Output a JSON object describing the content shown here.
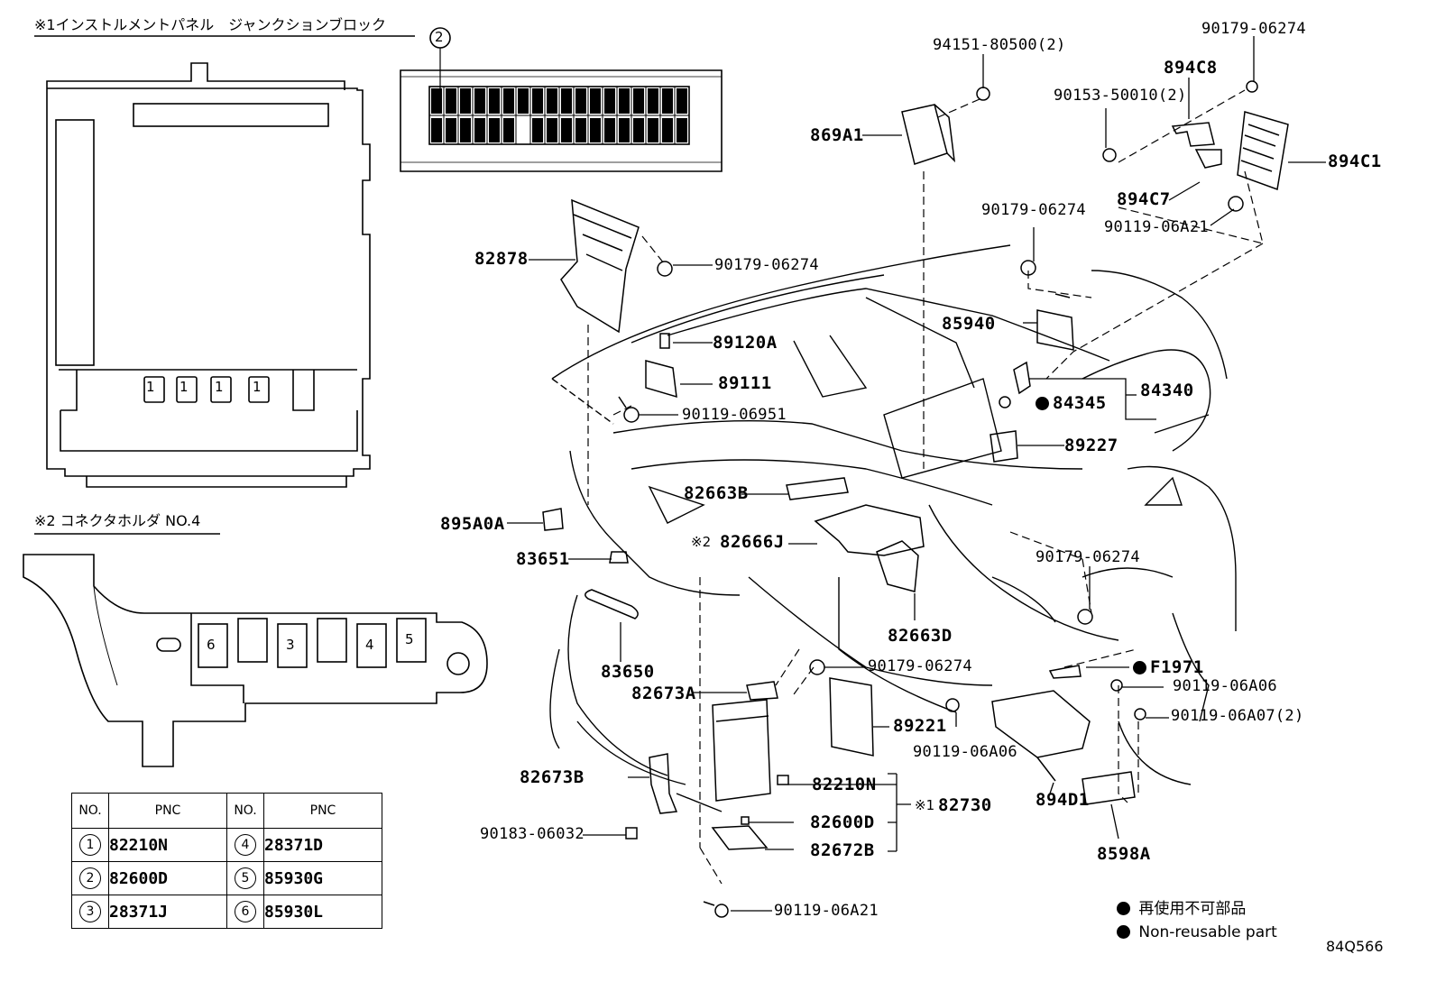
{
  "headers": {
    "junction_block": "※1インストルメントパネル　ジャンクションブロック",
    "connector_holder": "※2 コネクタホルダ NO.4"
  },
  "junction_markers": [
    "1",
    "1",
    "1",
    "1"
  ],
  "fuse_marker": "2",
  "holder_markers": [
    "6",
    "3",
    "4",
    "5"
  ],
  "part_numbers": {
    "p94151": "94151-80500(2)",
    "p90179_top": "90179-06274",
    "p894C8": "894C8",
    "p90153": "90153-50010(2)",
    "p869A1": "869A1",
    "p894C1": "894C1",
    "p894C7": "894C7",
    "p90119_06A21_top": "90119-06A21",
    "p90179_mid": "90179-06274",
    "p82878": "82878",
    "p90179_left": "90179-06274",
    "p85940": "85940",
    "p89120A": "89120A",
    "p89111": "89111",
    "p84340": "84340",
    "p84345": "84345",
    "p90119_06951": "90119-06951",
    "p89227": "89227",
    "p82663B": "82663B",
    "p895A0A": "895A0A",
    "p82666J_mark": "※2",
    "p82666J": "82666J",
    "p83651": "83651",
    "p90179_right": "90179-06274",
    "p82663D": "82663D",
    "p83650": "83650",
    "p90179_low": "90179-06274",
    "pF1971": "F1971",
    "p82673A": "82673A",
    "p90119_06A06_r": "90119-06A06",
    "p89221": "89221",
    "p90119_06A07": "90119-06A07(2)",
    "p90119_06A06_m": "90119-06A06",
    "p82673B": "82673B",
    "p82210N": "82210N",
    "p82730_mark": "※1",
    "p82730": "82730",
    "p894D1": "894D1",
    "p90183": "90183-06032",
    "p82600D": "82600D",
    "p82672B": "82672B",
    "p8598A": "8598A",
    "p90119_06A21_bot": "90119-06A21"
  },
  "pnc_table": {
    "headers": [
      "NO.",
      "PNC",
      "NO.",
      "PNC"
    ],
    "rows": [
      {
        "no1": "1",
        "pnc1": "82210N",
        "no2": "4",
        "pnc2": "28371D"
      },
      {
        "no1": "2",
        "pnc1": "82600D",
        "no2": "5",
        "pnc2": "85930G"
      },
      {
        "no1": "3",
        "pnc1": "28371J",
        "no2": "6",
        "pnc2": "85930L"
      }
    ]
  },
  "legend": {
    "jp": "再使用不可部品",
    "en": "Non-reusable part"
  },
  "diagram_id": "84Q566"
}
